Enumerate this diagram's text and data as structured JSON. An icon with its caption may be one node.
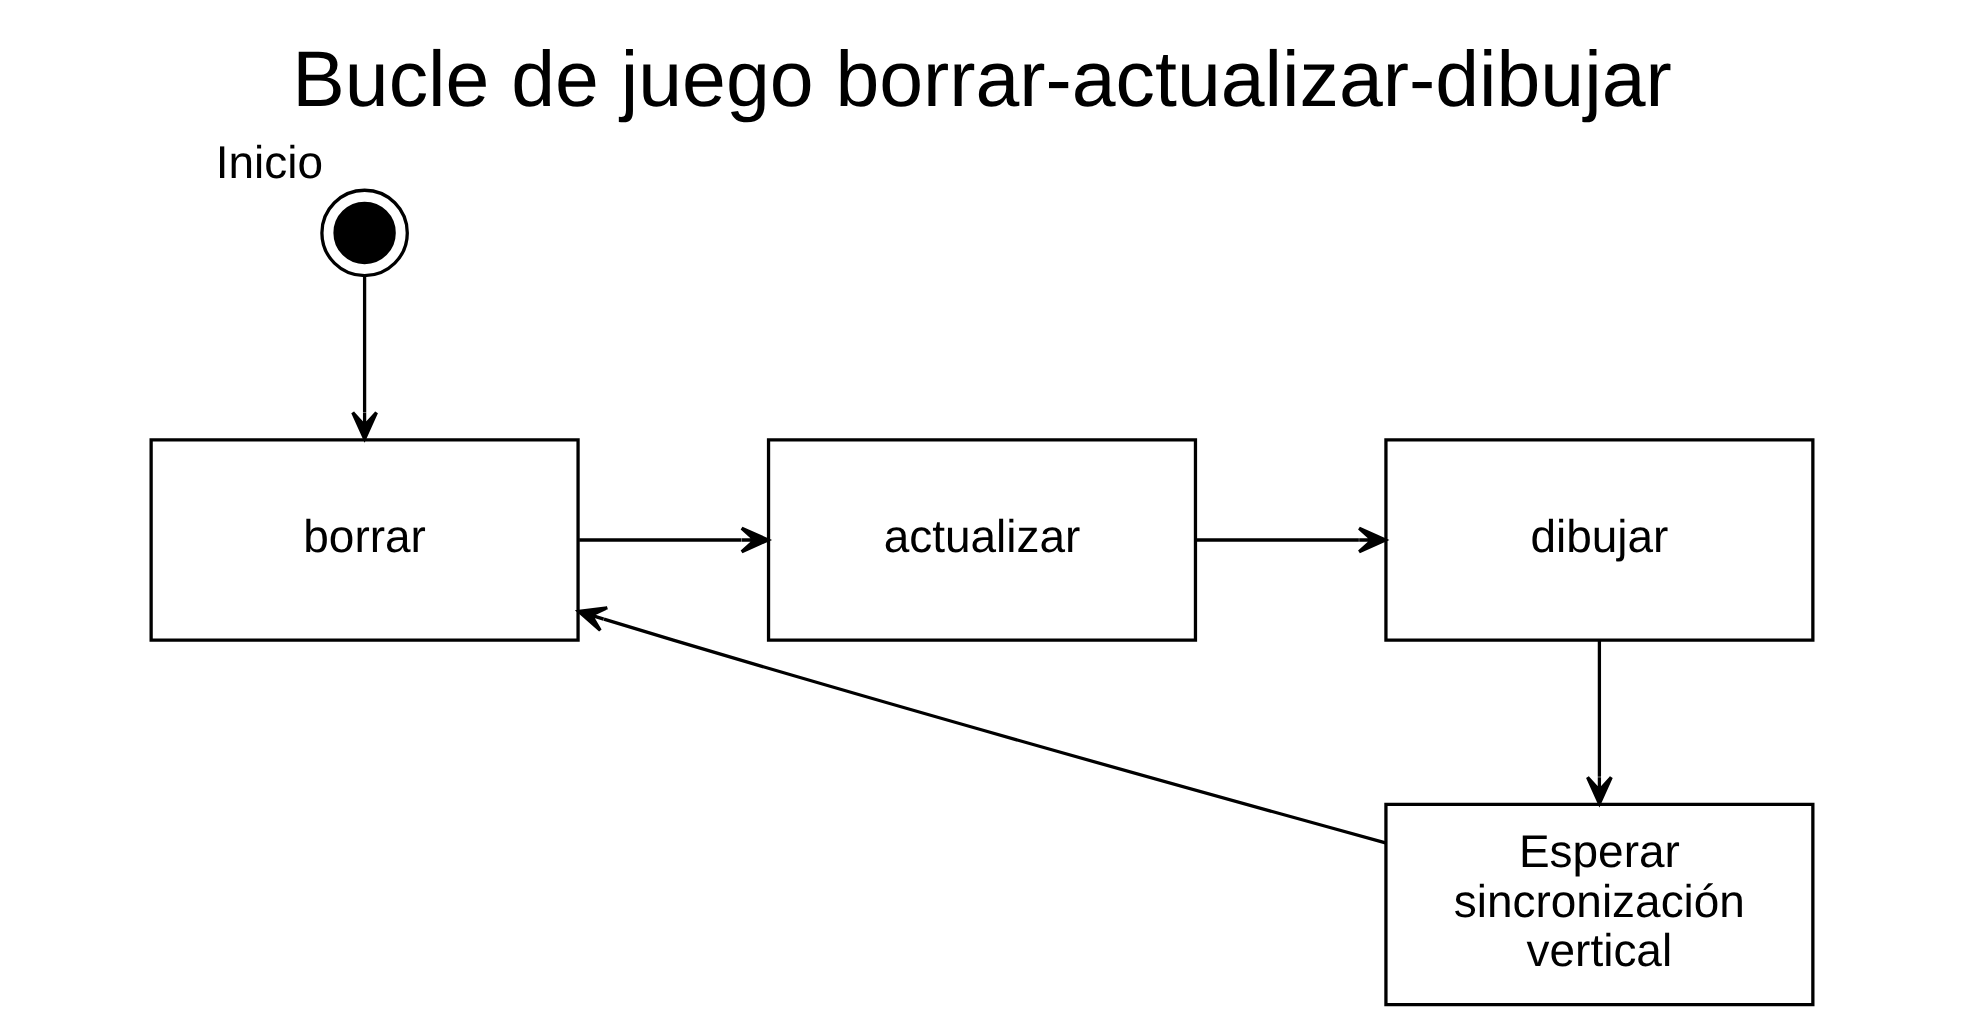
{
  "diagram": {
    "title": "Bucle de juego borrar-actualizar-dibujar",
    "nodes": [
      {
        "text": [],
        "shape": "circle",
        "beside": [
          "Inicio"
        ]
      },
      {
        "text": [
          "borrar"
        ]
      },
      {
        "text": [
          "actualizar"
        ]
      },
      {
        "text": [
          "dibujar"
        ]
      },
      {
        "text": [
          "Esperar sincronización vertical"
        ]
      }
    ],
    "edges": [
      {
        "from": 0,
        "to": 1,
        "arrow": "to"
      },
      {
        "from": 1,
        "to": 2,
        "arrow": "to"
      },
      {
        "from": 2,
        "to": 3,
        "arrow": "to"
      },
      {
        "from": 3,
        "to": 4,
        "arrow": "to"
      },
      {
        "from": 4,
        "to": 1,
        "arrow": "to"
      }
    ]
  }
}
